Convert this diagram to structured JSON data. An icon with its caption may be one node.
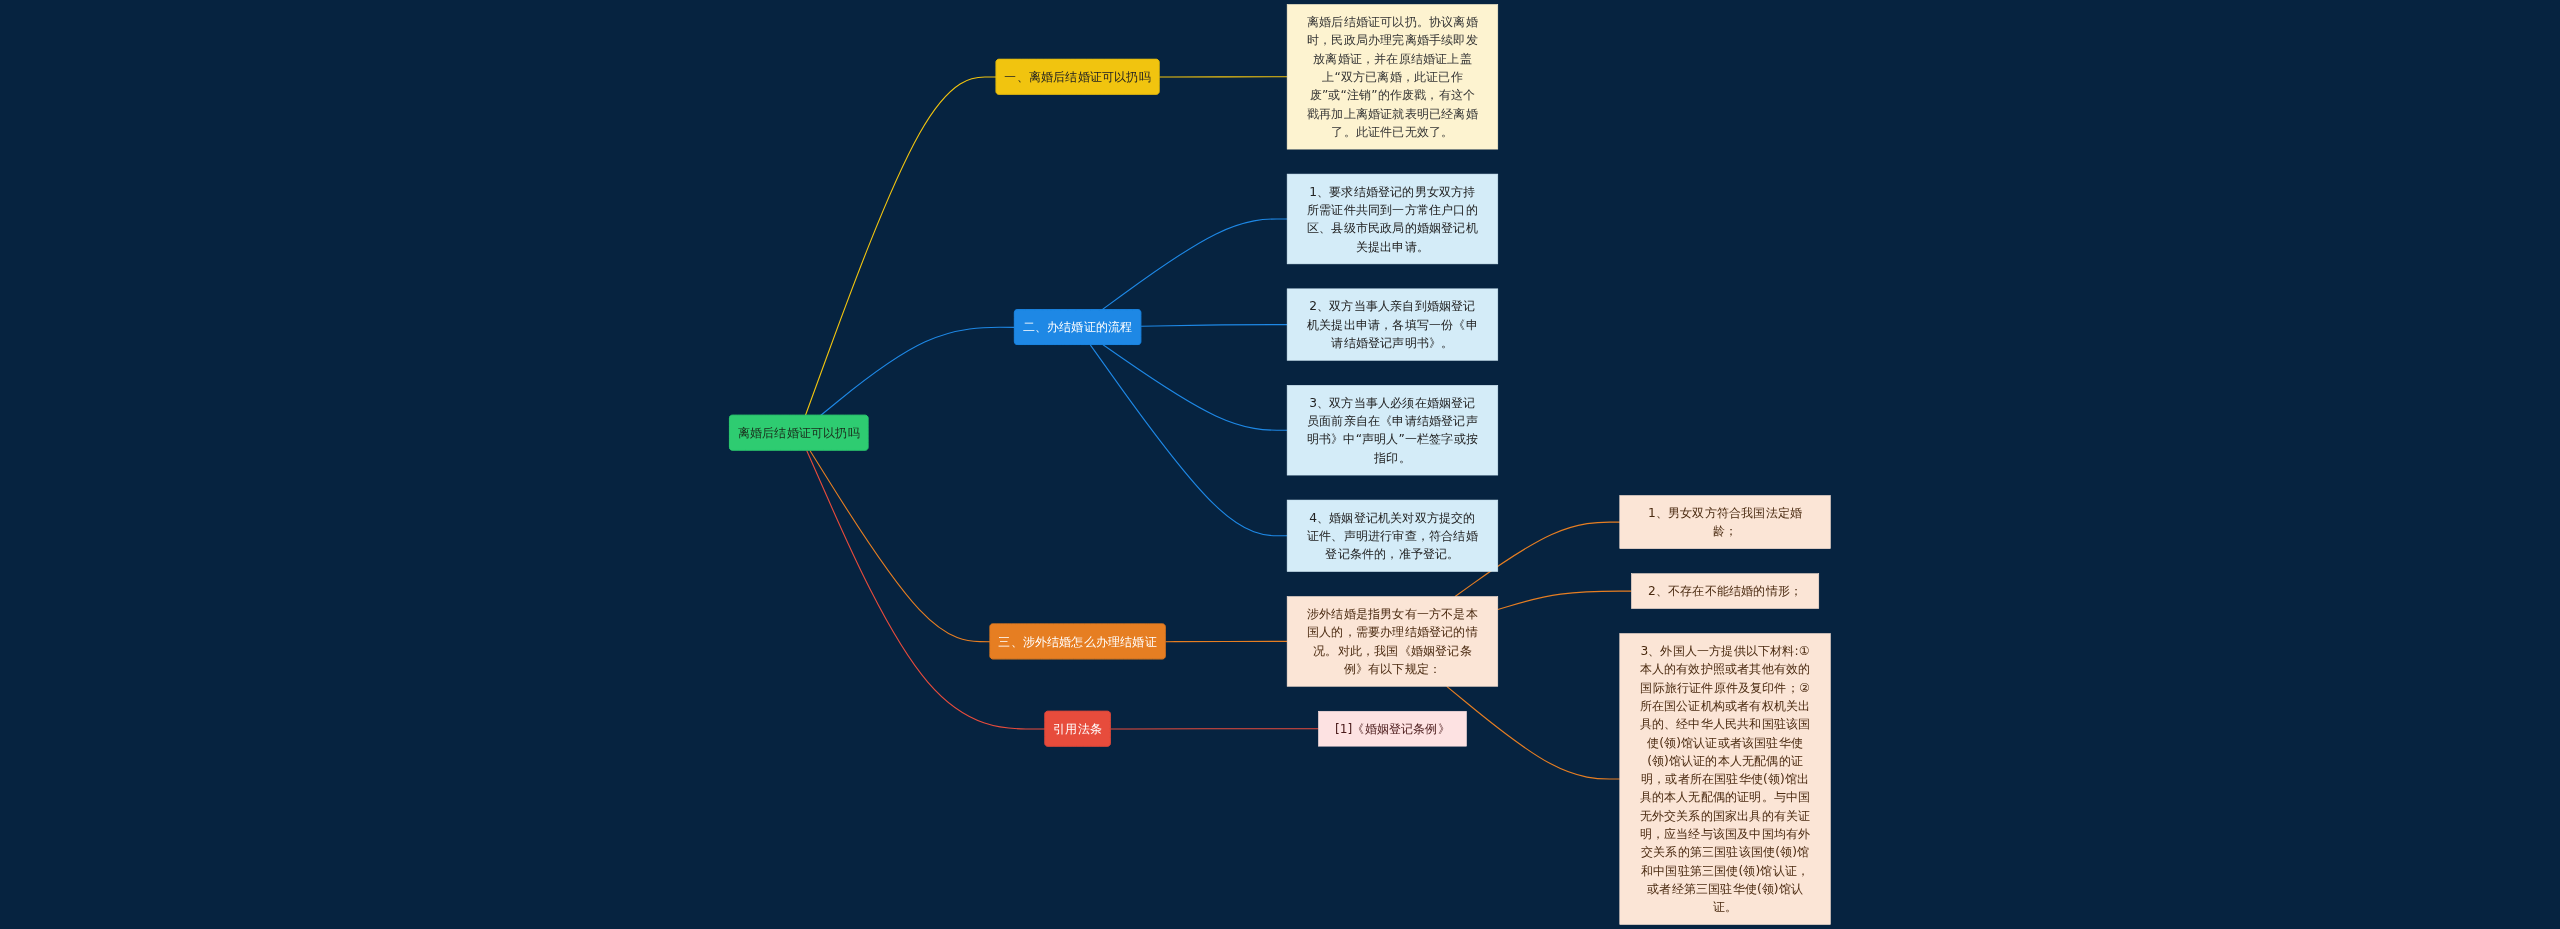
{
  "diagram": {
    "nodes": [
      {
        "text": [
          "离婚后结婚证可以扔吗"
        ]
      },
      {
        "text": [
          "一、离婚后结婚证可以扔吗"
        ]
      },
      {
        "text": [
          "离婚后结婚证可以扔。协议离婚时，民政局办理完离婚手续即发放离婚证，并在原结婚证上盖上“双方已离婚，此证已作废”或“注销”的作废戳，有这个戳再加上离婚证就表明已经离婚了。此证件已无效了。"
        ]
      },
      {
        "text": [
          "二、办结婚证的流程"
        ]
      },
      {
        "text": [
          "1、要求结婚登记的男女双方持所需证件共同到一方常住户口的区、县级市民政局的婚姻登记机关提出申请。"
        ]
      },
      {
        "text": [
          "2、双方当事人亲自到婚姻登记机关提出申请，各填写一份《申请结婚登记声明书》。"
        ]
      },
      {
        "text": [
          "3、双方当事人必须在婚姻登记员面前亲自在《申请结婚登记声明书》中“声明人”一栏签字或按指印。"
        ]
      },
      {
        "text": [
          "4、婚姻登记机关对双方提交的证件、声明进行审查，符合结婚登记条件的，准予登记。"
        ]
      },
      {
        "text": [
          "三、涉外结婚怎么办理结婚证"
        ]
      },
      {
        "text": [
          "涉外结婚是指男女有一方不是本国人的，需要办理结婚登记的情况。对此，我国《婚姻登记条例》有以下规定："
        ]
      },
      {
        "text": [
          "1、男女双方符合我国法定婚龄；"
        ]
      },
      {
        "text": [
          "2、不存在不能结婚的情形；"
        ]
      },
      {
        "text": [
          "3、外国人一方提供以下材料:①本人的有效护照或者其他有效的国际旅行证件原件及复印件；②所在国公证机构或者有权机关出具的、经中华人民共和国驻该国使(领)馆认证或者该国驻华使(领)馆认证的本人无配偶的证明，或者所在国驻华使(领)馆出具的本人无配偶的证明。与中国无外交关系的国家出具的有关证明，应当经与该国及中国均有外交关系的第三国驻该国使(领)馆和中国驻第三国使(领)馆认证，或者经第三国驻华使(领)馆认证。"
        ]
      },
      {
        "text": [
          "引用法条"
        ]
      },
      {
        "text": [
          "[1]《婚姻登记条例》"
        ]
      }
    ],
    "edges": [
      {
        "from": 0,
        "to": 1,
        "arrow": "none",
        "color": "#f1c40f"
      },
      {
        "from": 1,
        "to": 2,
        "arrow": "none",
        "color": "#f1c40f"
      },
      {
        "from": 0,
        "to": 3,
        "arrow": "none",
        "color": "#1e88e5"
      },
      {
        "from": 3,
        "to": 4,
        "arrow": "none",
        "color": "#1e88e5"
      },
      {
        "from": 3,
        "to": 5,
        "arrow": "none",
        "color": "#1e88e5"
      },
      {
        "from": 3,
        "to": 6,
        "arrow": "none",
        "color": "#1e88e5"
      },
      {
        "from": 3,
        "to": 7,
        "arrow": "none",
        "color": "#1e88e5"
      },
      {
        "from": 0,
        "to": 8,
        "arrow": "none",
        "color": "#e67e22"
      },
      {
        "from": 8,
        "to": 9,
        "arrow": "none",
        "color": "#e67e22"
      },
      {
        "from": 9,
        "to": 10,
        "arrow": "none",
        "color": "#e67e22"
      },
      {
        "from": 9,
        "to": 11,
        "arrow": "none",
        "color": "#e67e22"
      },
      {
        "from": 9,
        "to": 12,
        "arrow": "none",
        "color": "#e67e22"
      },
      {
        "from": 0,
        "to": 13,
        "arrow": "none",
        "color": "#e74c3c"
      },
      {
        "from": 13,
        "to": 14,
        "arrow": "none",
        "color": "#e74c3c"
      }
    ]
  }
}
